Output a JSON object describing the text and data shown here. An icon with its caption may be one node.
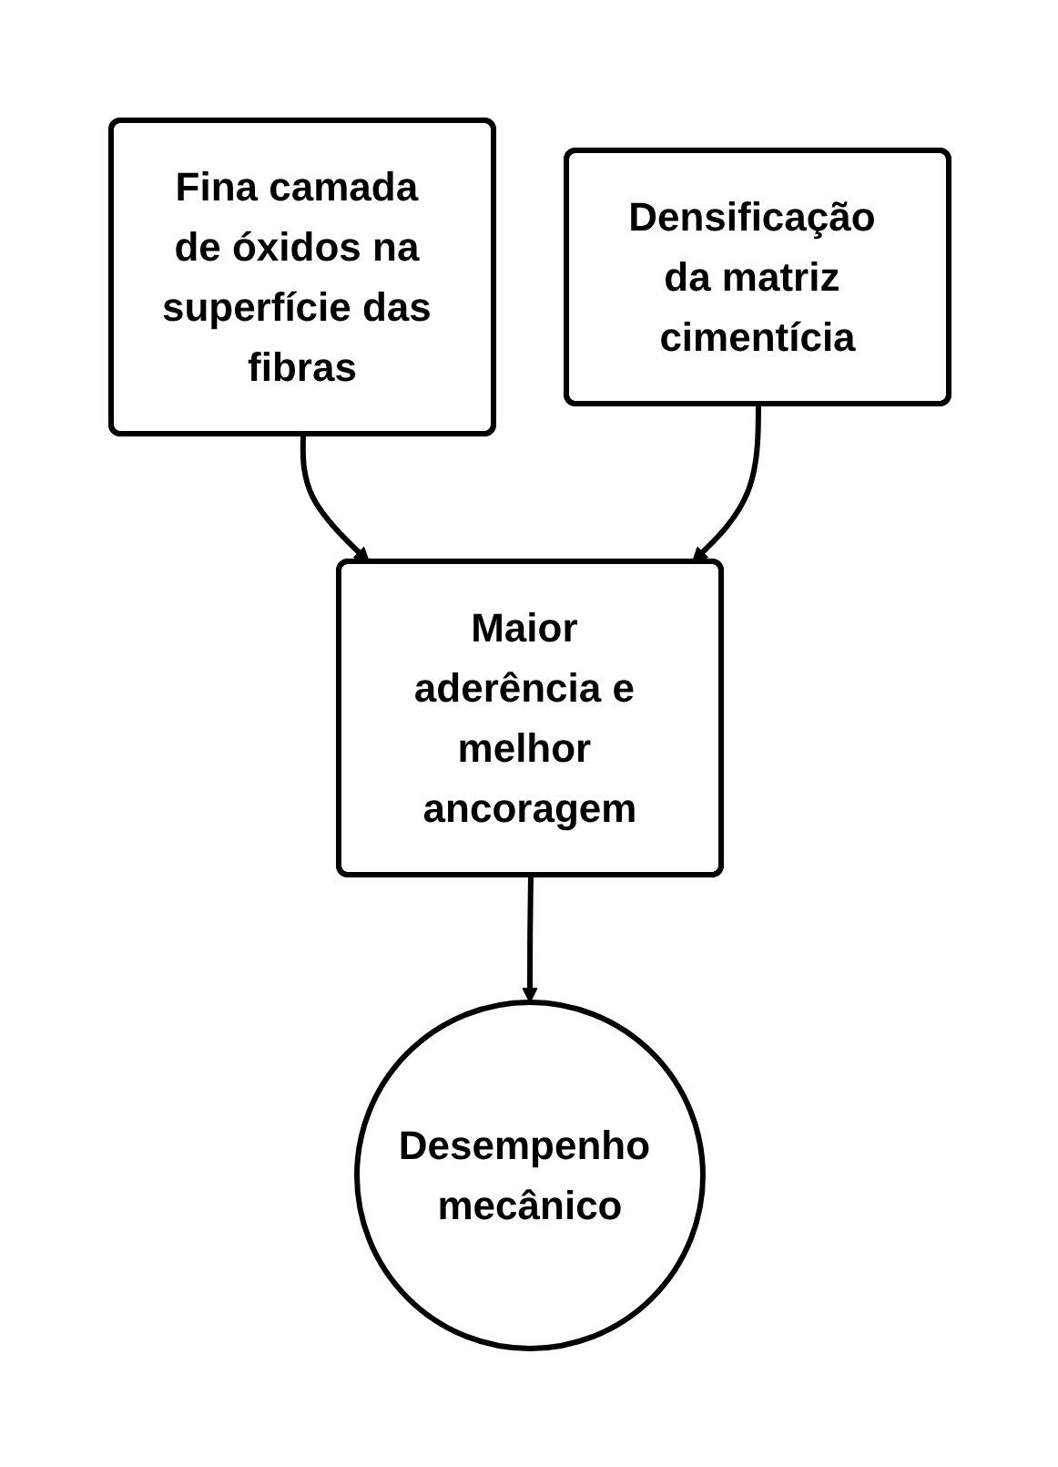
{
  "diagram": {
    "nodes": [
      {
        "text": [
          "Fina camada de óxidos na superfície das fibras"
        ]
      },
      {
        "text": [
          "Densificação da matriz cimentícia"
        ]
      },
      {
        "text": [
          "Maior aderência e melhor ancoragem"
        ]
      },
      {
        "text": [
          "Desempenho mecânico"
        ]
      }
    ],
    "edges": [
      {
        "from": 0,
        "to": 2,
        "arrow": "to"
      },
      {
        "from": 1,
        "to": 2,
        "arrow": "to"
      },
      {
        "from": 2,
        "to": 3,
        "arrow": "to"
      }
    ]
  }
}
